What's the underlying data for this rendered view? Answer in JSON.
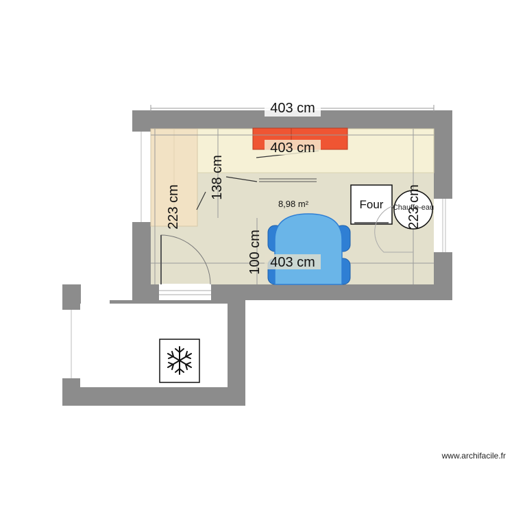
{
  "plan": {
    "width_top": "403 cm",
    "width_counter": "403 cm",
    "width_bottom": "403 cm",
    "height_left": "223 cm",
    "height_right": "223 cm",
    "depth_counter": "138 cm",
    "depth_table": "100 cm",
    "area": "8,98 m²",
    "oven_label": "Four",
    "water_heater_label": "Chauffe-eau"
  },
  "colors": {
    "wall": "#8c8c8c",
    "floor": "#e3e0cc",
    "counter": "#f6f1d6",
    "cabinet": "#f2e2c4",
    "hob": "#ef5533",
    "table": "#6ab5e8",
    "chairs": "#2f7fd4"
  },
  "footer": {
    "credit": "www.archifacile.fr"
  }
}
